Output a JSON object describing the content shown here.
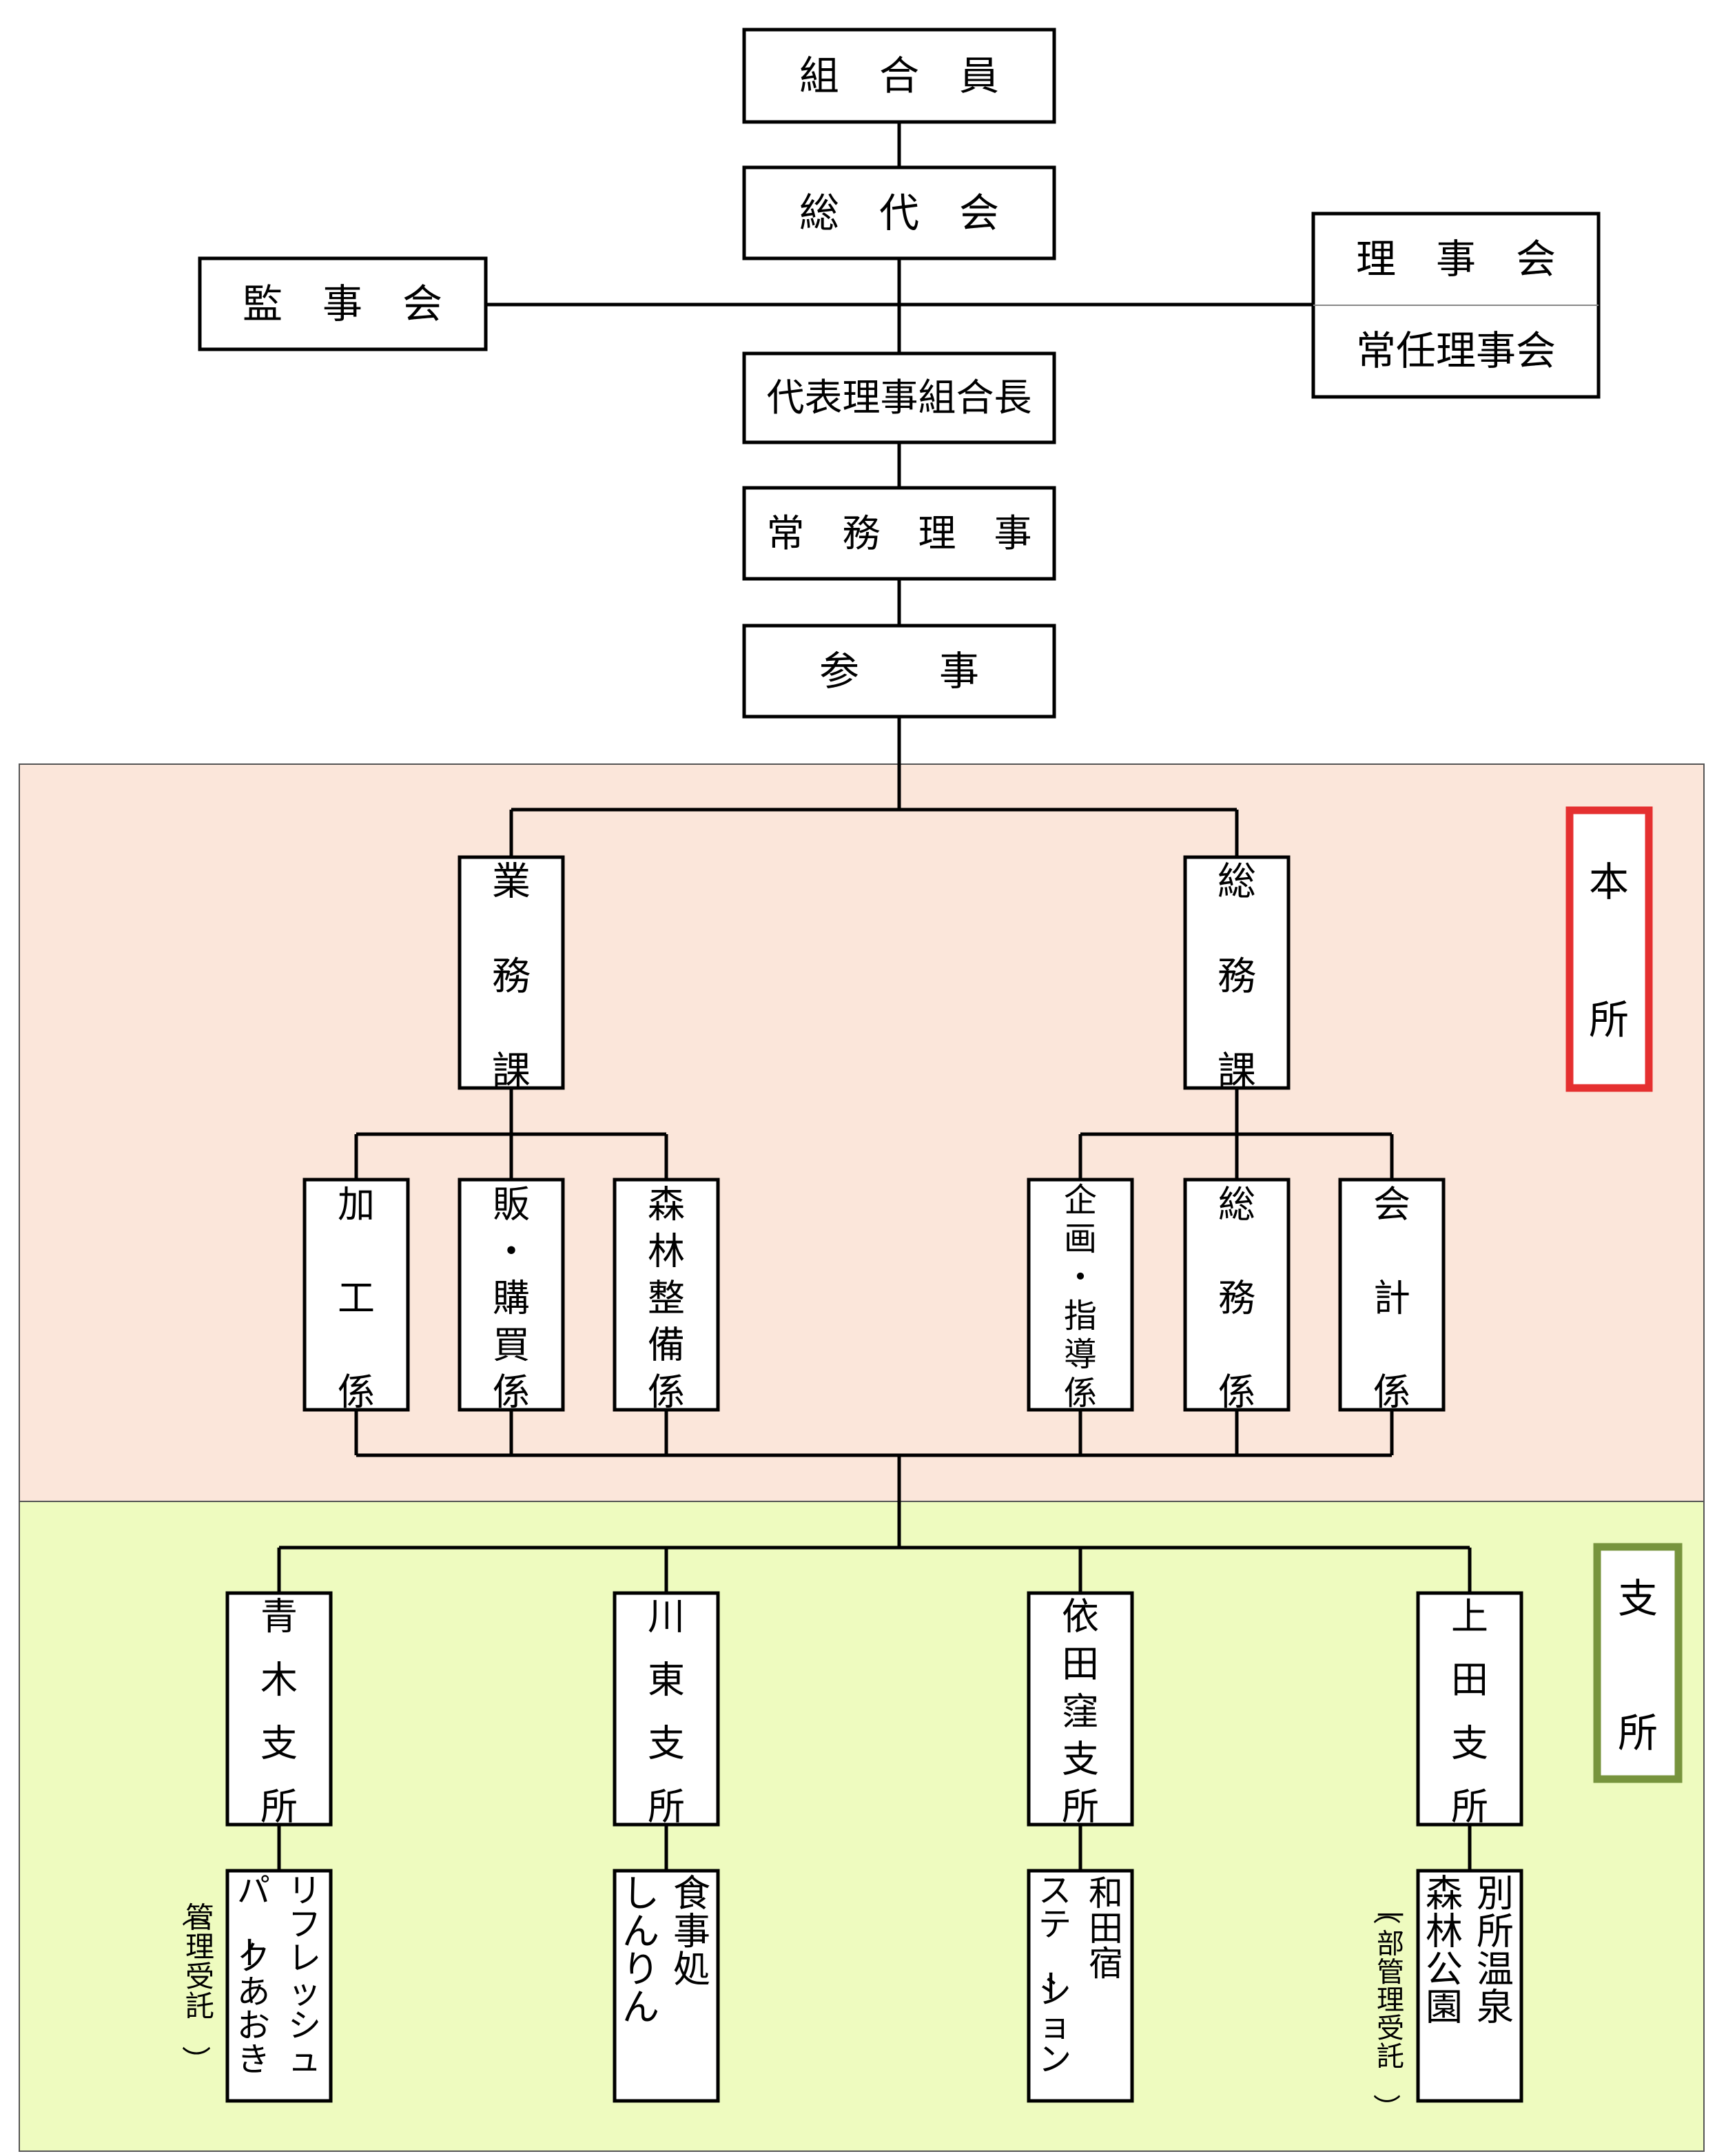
{
  "colors": {
    "honsho_bg": "#fbe6da",
    "shisho_bg": "#eefbbf",
    "honsho_badge": "#e53030",
    "shisho_badge": "#77943d"
  },
  "top": {
    "kumiaiin": "組　合　員",
    "soudaikai": "総　代　会",
    "kanjikai": "監　事　会",
    "rijikai": "理　事　会",
    "jouninrijikai": "常任理事会",
    "daihyou": "代表理事組合長",
    "joumu": "常　務　理　事",
    "sanji": "参　　事"
  },
  "badges": {
    "honsho": "本所",
    "shisho": "支所"
  },
  "honsho": {
    "gyomuka": "業務課",
    "somuka": "総務課",
    "kako": "加工係",
    "hanbai": "販・購買係",
    "shinrin": "森林整備係",
    "kikaku": "企画・指導係",
    "somugakari": "総務係",
    "kaikei": "会計係"
  },
  "shisho": {
    "aoki": "青木支所",
    "kawahigashi": "川東支所",
    "yodakubo": "依田窪支所",
    "ueda": "上田支所"
  },
  "facilities": {
    "refresh_col1": "リフレッシュ",
    "refresh_col2": "パークあおき",
    "refresh_note": "（管理受託）",
    "shokuji_col1": "食事処",
    "shokuji_col2": "しんりん",
    "wada_col1": "和田宿",
    "wada_col2": "ステーション",
    "bessho_col1": "別所温泉",
    "bessho_col2": "森林公園",
    "bessho_note": "（一部管理受託）"
  }
}
